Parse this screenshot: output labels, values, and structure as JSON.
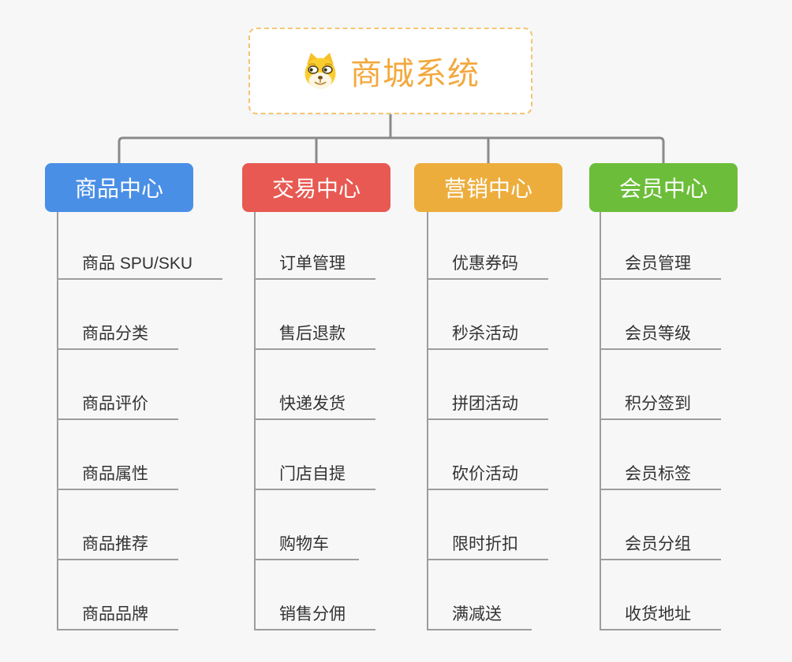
{
  "app": {
    "background_color": "#f7f7f7",
    "connector_color": "#8a8a8a",
    "underline_color": "#9d9d9d"
  },
  "root": {
    "label": "商城系统",
    "icon": "doge-icon",
    "text_color": "#f2a93e",
    "border_color": "#f5c473"
  },
  "branches": [
    {
      "label": "商品中心",
      "color": "#4a8fe6",
      "children": [
        "商品 SPU/SKU",
        "商品分类",
        "商品评价",
        "商品属性",
        "商品推荐",
        "商品品牌"
      ]
    },
    {
      "label": "交易中心",
      "color": "#e75952",
      "children": [
        "订单管理",
        "售后退款",
        "快递发货",
        "门店自提",
        "购物车",
        "销售分佣"
      ]
    },
    {
      "label": "营销中心",
      "color": "#edad3d",
      "children": [
        "优惠券码",
        "秒杀活动",
        "拼团活动",
        "砍价活动",
        "限时折扣",
        "满减送"
      ]
    },
    {
      "label": "会员中心",
      "color": "#6cbe3a",
      "children": [
        "会员管理",
        "会员等级",
        "积分签到",
        "会员标签",
        "会员分组",
        "收货地址"
      ]
    }
  ]
}
